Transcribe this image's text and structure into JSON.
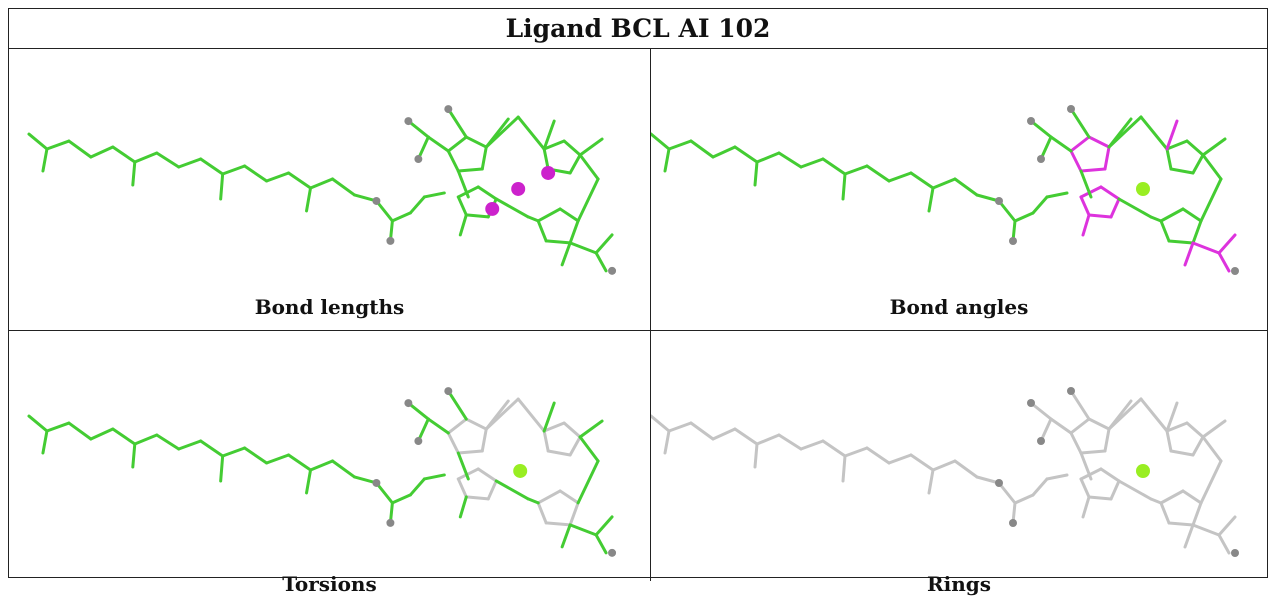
{
  "title": "Ligand BCL AI 102",
  "panels": [
    {
      "caption": "Bond lengths",
      "base_color": "#44cc33",
      "highlight_color": "#cc22cc",
      "atom_color": "#cc22cc",
      "center_atom": "magenta-spheres"
    },
    {
      "caption": "Bond angles",
      "base_color": "#44cc33",
      "highlight_color": "#dd33dd",
      "atom_color": "#99ee22",
      "center_atom": "green-sphere"
    },
    {
      "caption": "Torsions",
      "base_color": "#44cc33",
      "highlight_color": "#44cc33",
      "atom_color": "#99ee22",
      "center_atom": "green-sphere"
    },
    {
      "caption": "Rings",
      "base_color": "#c8c8c8",
      "highlight_color": "#c8c8c8",
      "atom_color": "#99ee22",
      "center_atom": "green-sphere"
    }
  ]
}
